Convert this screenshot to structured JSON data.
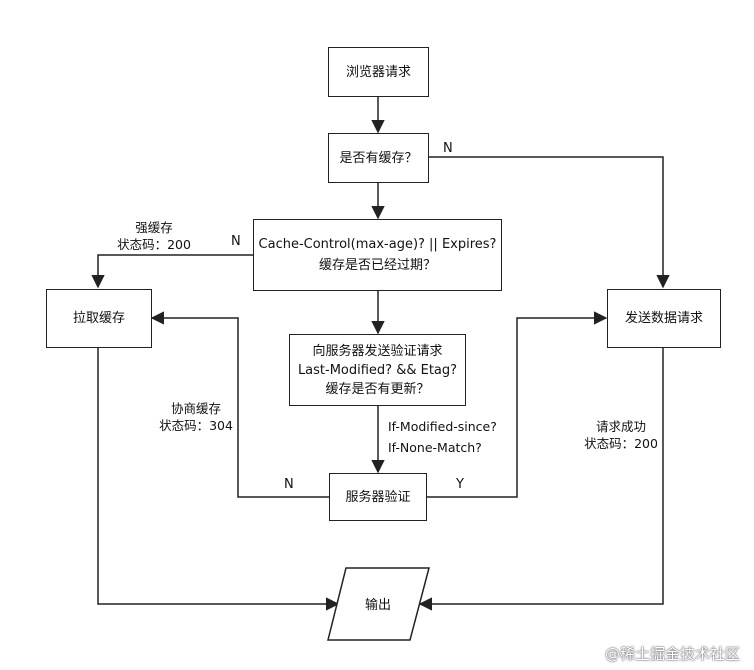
{
  "nodes": {
    "browser_request": "浏览器请求",
    "has_cache": "是否有缓存？",
    "check_expire_line1": "Cache-Control(max-age)? || Expires?",
    "check_expire_line2": "缓存是否已经过期？",
    "read_cache": "拉取缓存",
    "send_request": "发送数据请求",
    "validate_line1": "向服务器发送验证请求",
    "validate_line2": "Last-Modified? && Etag?",
    "validate_line3": "缓存是否有更新？",
    "server_validate": "服务器验证",
    "output": "输出"
  },
  "labels": {
    "strong_cache_1": "强缓存",
    "strong_cache_2": "状态码：200",
    "negotiate_cache_1": "协商缓存",
    "negotiate_cache_2": "状态码：304",
    "request_success_1": "请求成功",
    "request_success_2": "状态码：200",
    "if_modified_since": "If-Modified-since?",
    "if_none_match": "If-None-Match?",
    "n_has_cache": "N",
    "n_expire": "N",
    "n_server": "N",
    "y_server": "Y"
  },
  "watermark": "@稀土掘金技术社区"
}
